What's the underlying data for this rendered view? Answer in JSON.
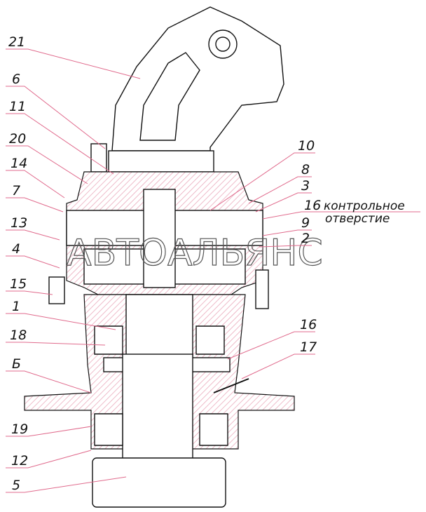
{
  "title": "Гидромотор с редуктором",
  "watermark": "АВТОАЛЬЯНС",
  "colors": {
    "leader": "#e06a8c",
    "line": "#111111",
    "hatch": "#e9a5b8"
  },
  "labels_left": [
    "21",
    "6",
    "11",
    "20",
    "14",
    "7",
    "13",
    "4",
    "15",
    "1",
    "18",
    "Б",
    "19",
    "12",
    "5"
  ],
  "labels_right": [
    "10",
    "8",
    "3",
    "16",
    "9",
    "2",
    "16",
    "17"
  ],
  "note": {
    "line1": "контрольное",
    "line2": "отверстие"
  }
}
